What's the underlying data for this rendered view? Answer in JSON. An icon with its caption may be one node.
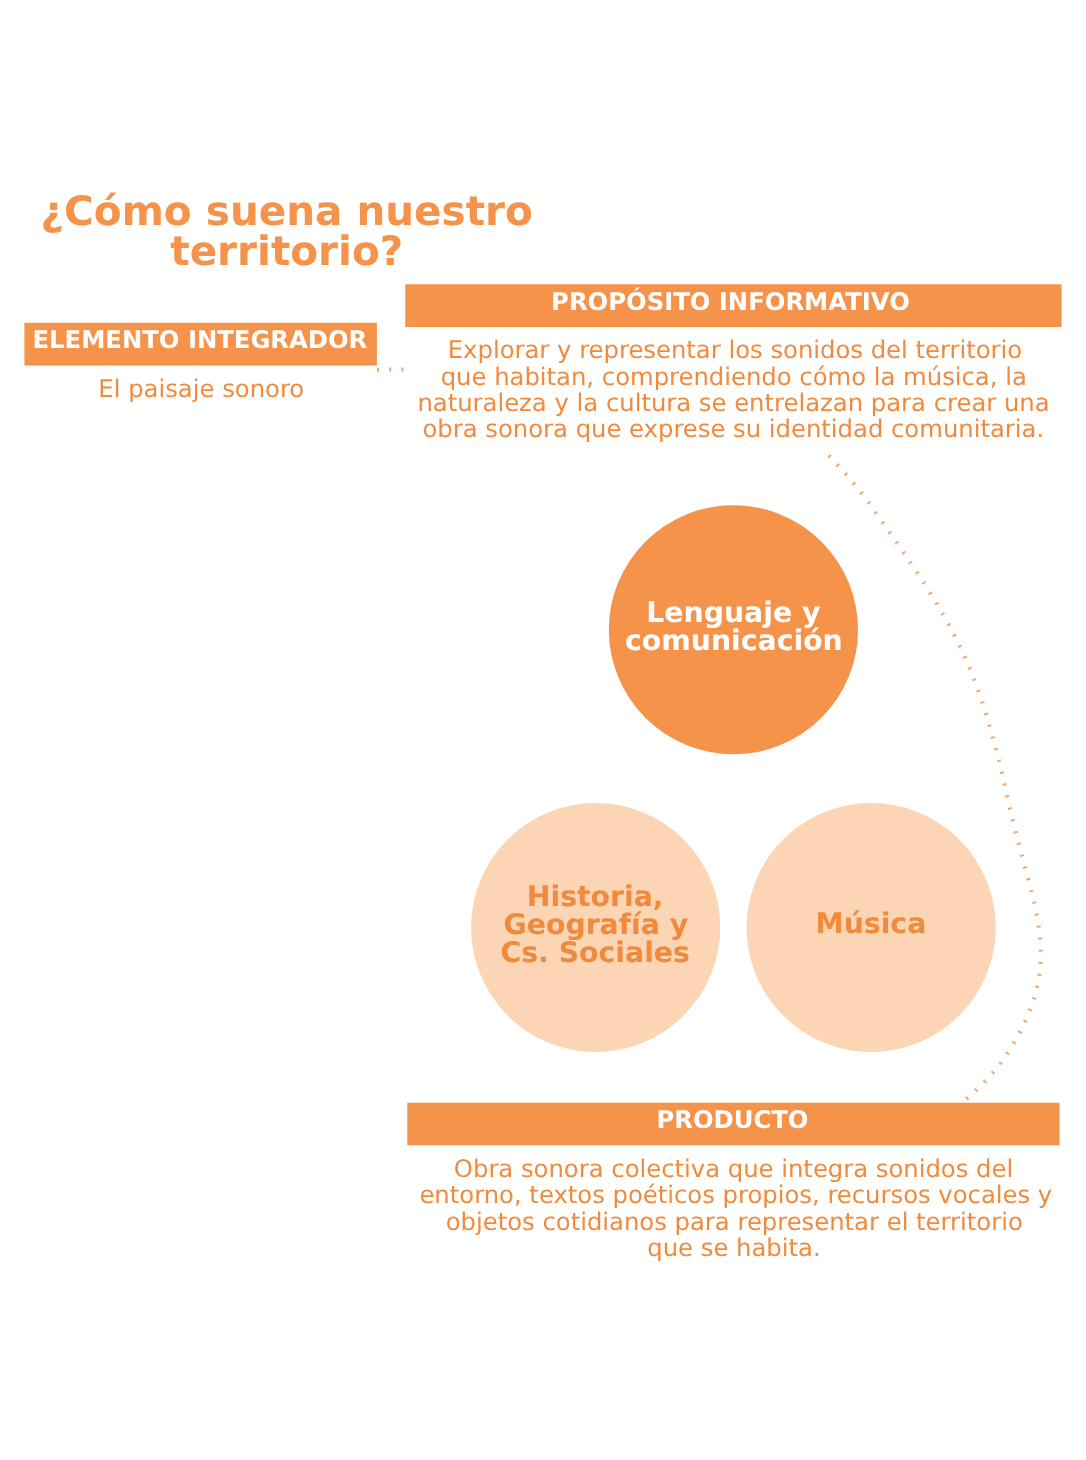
{
  "diagram": {
    "title": "¿Cómo suena nuestro territorio?",
    "nodes": [
      {
        "text": [
          "ELEMENTO INTEGRADOR"
        ],
        "beside": [
          "El paisaje sonoro"
        ]
      },
      {
        "text": [
          "PROPÓSITO INFORMATIVO"
        ],
        "beside": [
          "Explorar y representar los sonidos del territorio que habitan, comprendiendo cómo la música, la naturaleza y la cultura se entrelazan para crear una obra sonora que exprese su identidad comunitaria."
        ]
      },
      {
        "text": [
          "Lenguaje y comunicación"
        ]
      },
      {
        "text": [
          "Historia, Geografía y Cs. Sociales"
        ]
      },
      {
        "text": [
          "Música"
        ]
      },
      {
        "text": [
          "PRODUCTO"
        ],
        "beside": [
          "Obra sonora colectiva que integra sonidos del entorno, textos poéticos propios, recursos vocales y objetos cotidianos para representar el territorio que se habita."
        ]
      }
    ],
    "edges": [
      {
        "from": 0,
        "to": 1,
        "arrow": "none",
        "style": "dashed"
      },
      {
        "from": 1,
        "to": 5,
        "arrow": "none",
        "style": "dashed"
      }
    ]
  }
}
